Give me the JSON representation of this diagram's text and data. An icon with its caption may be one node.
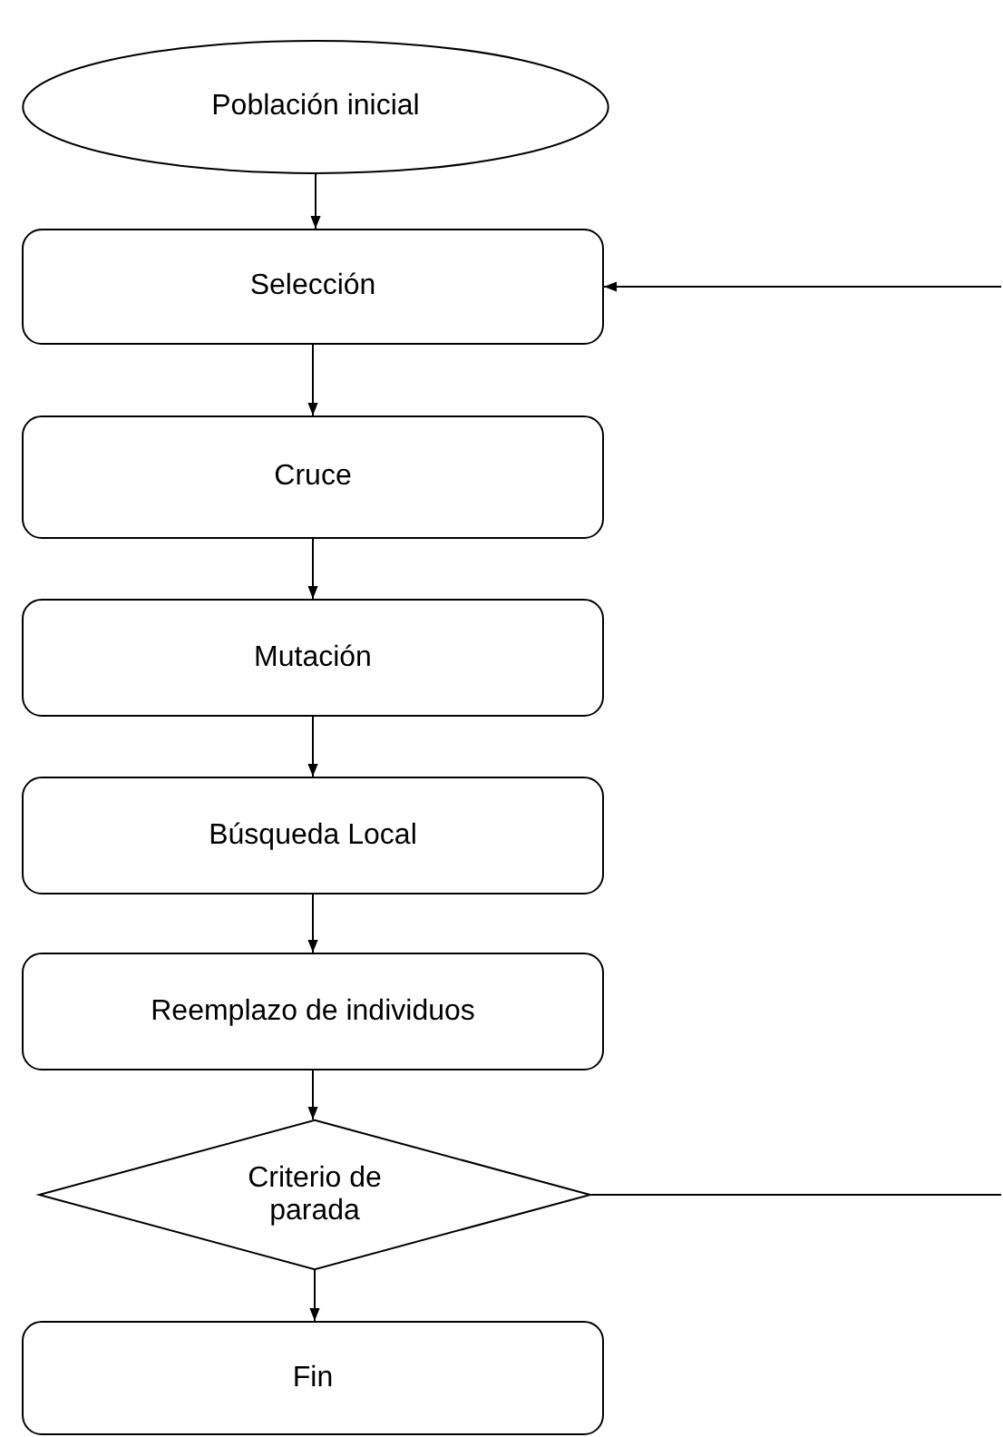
{
  "diagram": {
    "nodes": [
      {
        "text": [
          "Población inicial"
        ]
      },
      {
        "text": [
          "Selección"
        ]
      },
      {
        "text": [
          "Cruce"
        ]
      },
      {
        "text": [
          "Mutación"
        ]
      },
      {
        "text": [
          "Búsqueda Local"
        ]
      },
      {
        "text": [
          "Reemplazo de individuos"
        ]
      },
      {
        "text": [
          "Criterio de parada"
        ]
      },
      {
        "text": [
          "Fin"
        ]
      }
    ],
    "edges": [
      {
        "from": 0,
        "to": 1,
        "arrow": "to"
      },
      {
        "from": 1,
        "to": 2,
        "arrow": "to"
      },
      {
        "from": 2,
        "to": 3,
        "arrow": "to"
      },
      {
        "from": 3,
        "to": 4,
        "arrow": "to"
      },
      {
        "from": 4,
        "to": 5,
        "arrow": "to"
      },
      {
        "from": 5,
        "to": 6,
        "arrow": "to"
      },
      {
        "from": 6,
        "to": 7,
        "arrow": "to"
      },
      {
        "from": 6,
        "to": null,
        "arrow": "none"
      },
      {
        "from": null,
        "to": 1,
        "arrow": "to"
      }
    ]
  }
}
